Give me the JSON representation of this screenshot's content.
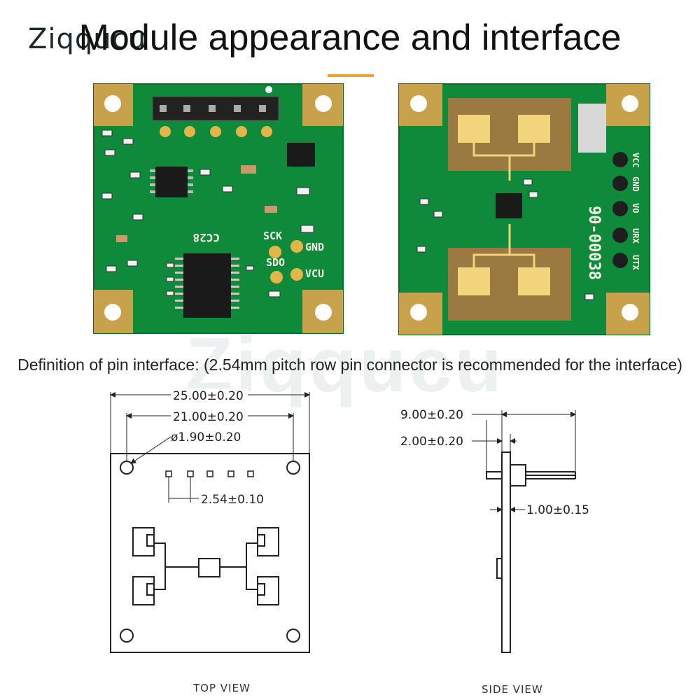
{
  "brand": {
    "logo_text": "Ziqqucu",
    "watermark_text": "Ziqqucu"
  },
  "title": "Module appearance and interface",
  "accent_colors": {
    "title_underline": "#f0a030",
    "pcb_green": "#0e8a3a",
    "gold_pad": "#c8a24a"
  },
  "front_board": {
    "chip_label": "CC28",
    "pins": {
      "sck": "SCK",
      "gnd": "GND",
      "sdo": "SDO",
      "vcu": "VCU"
    }
  },
  "back_board": {
    "serial": "90-00038",
    "pins": {
      "vcc": "VCC",
      "gnd": "GND",
      "vo": "VO",
      "urx": "URX",
      "utx": "UTX"
    }
  },
  "pin_interface": "Definition of pin interface: (2.54mm pitch row pin connector is recommended for the interface)",
  "top_view": {
    "label": "TOP VIEW",
    "dim_width": "25.00±0.20",
    "dim_hole_span": "21.00±0.20",
    "dim_hole_dia": "ø1.90±0.20",
    "dim_pin_pitch": "2.54±0.10"
  },
  "side_view": {
    "label": "SIDE VIEW",
    "dim_total": "9.00±0.20",
    "dim_header": "2.00±0.20",
    "dim_thickness": "1.00±0.15"
  }
}
